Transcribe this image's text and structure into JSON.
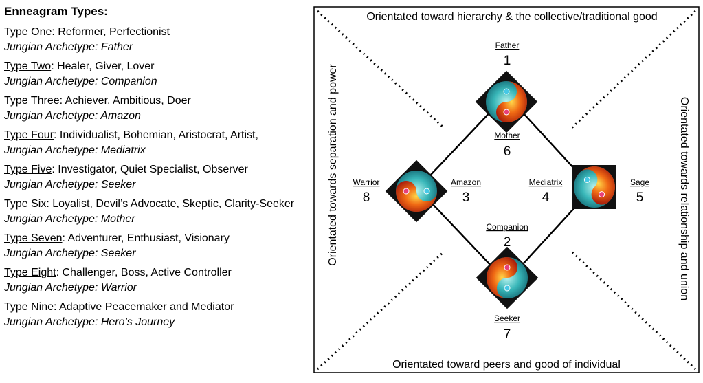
{
  "left_panel": {
    "heading": "Enneagram Types:",
    "types": [
      {
        "name": "Type One",
        "desc": ": Reformer, Perfectionist",
        "archetype": "Jungian Archetype: Father"
      },
      {
        "name": "Type Two",
        "desc": ": Healer, Giver, Lover",
        "archetype": "Jungian Archetype: Companion"
      },
      {
        "name": "Type Three",
        "desc": ": Achiever, Ambitious, Doer",
        "archetype": "Jungian Archetype: Amazon"
      },
      {
        "name": "Type Four",
        "desc": ": Individualist, Bohemian, Aristocrat, Artist,",
        "archetype": "Jungian Archetype: Mediatrix"
      },
      {
        "name": "Type Five",
        "desc": ": Investigator, Quiet Specialist, Observer",
        "archetype": "Jungian Archetype: Seeker"
      },
      {
        "name": "Type Six",
        "desc": ": Loyalist, Devil’s Advocate, Skeptic, Clarity-Seeker",
        "archetype": "Jungian Archetype: Mother"
      },
      {
        "name": "Type Seven",
        "desc": ": Adventurer, Enthusiast, Visionary",
        "archetype": "Jungian Archetype: Seeker"
      },
      {
        "name": "Type Eight",
        "desc": ": Challenger, Boss, Active Controller",
        "archetype": "Jungian Archetype: Warrior"
      },
      {
        "name": "Type Nine",
        "desc": ": Adaptive Peacemaker and Mediator",
        "archetype": "Jungian Archetype: Hero’s Journey"
      }
    ]
  },
  "diagram": {
    "top_text": "Orientated toward hierarchy & the collective/traditional good",
    "bottom_text": "Orientated toward peers and good of individual",
    "left_text": "Orientated towards separation and power",
    "right_text": "Orientated towards relationship and union",
    "nodes": {
      "top": {
        "above_label": "Father",
        "above_num": "1",
        "below_label": "Mother",
        "below_num": "6"
      },
      "left": {
        "left_label": "Warrior",
        "left_num": "8",
        "right_label": "Amazon",
        "right_num": "3"
      },
      "right": {
        "left_label": "Mediatrix",
        "left_num": "4",
        "right_label": "Sage",
        "right_num": "5"
      },
      "bottom": {
        "above_label": "Companion",
        "above_num": "2",
        "below_label": "Seeker",
        "below_num": "7"
      }
    },
    "colors": {
      "fire": "#e23b12",
      "water": "#2fb3b8",
      "tile": "#111111"
    }
  }
}
